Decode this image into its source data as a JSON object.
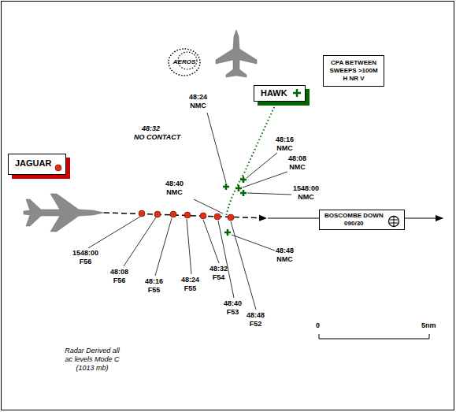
{
  "diagram": {
    "nodes": [
      {
        "text": [
          "AEROS"
        ]
      },
      {
        "text": [
          "HAWK"
        ]
      },
      {
        "text": [
          "CPA BETWEEN SWEEPS >100M H NR V"
        ]
      },
      {
        "text": [
          "JAGUAR"
        ]
      },
      {
        "text": [
          "BOSCOMBE DOWN",
          "090/30"
        ]
      }
    ],
    "labels": [
      "48:24 NMC",
      "48:32",
      "NO CONTACT",
      "48:16 NMC",
      "48:08 NMC",
      "1548:00 NMC",
      "48:40 NMC",
      "48:48 NMC",
      "1548:00 F56",
      "48:08 F56",
      "48:16 F55",
      "48:24 F55",
      "48:32 F54",
      "48:40 F53",
      "48:48 F52",
      "Radar Derived all ac levels Mode C (1013 mb)",
      "0",
      "5nm"
    ]
  }
}
